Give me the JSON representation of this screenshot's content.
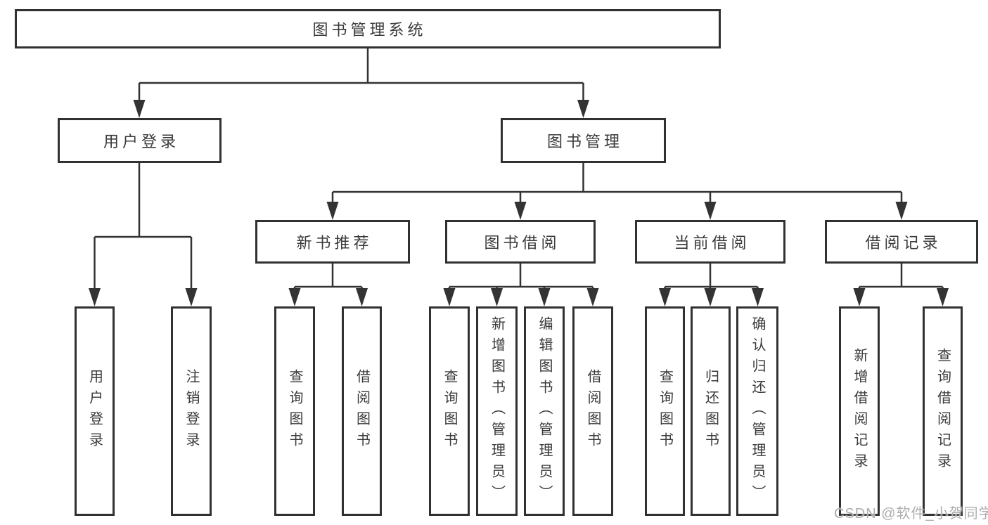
{
  "diagram_type": "hierarchy-tree",
  "colors": {
    "background": "#ffffff",
    "box_border": "#313131",
    "connector_line": "#333333",
    "text": "#3a3a3a",
    "watermark_text": "#adadad"
  },
  "tree": {
    "root": {
      "label": "图书管理系统",
      "children": [
        {
          "label": "用户登录",
          "children": [
            {
              "label": "用户登录"
            },
            {
              "label": "注销登录"
            }
          ]
        },
        {
          "label": "图书管理",
          "children": [
            {
              "label": "新书推荐",
              "children": [
                {
                  "label": "查询图书"
                },
                {
                  "label": "借阅图书"
                }
              ]
            },
            {
              "label": "图书借阅",
              "children": [
                {
                  "label": "查询图书"
                },
                {
                  "label": "新增图书（管理员）"
                },
                {
                  "label": "编辑图书（管理员）"
                },
                {
                  "label": "借阅图书"
                }
              ]
            },
            {
              "label": "当前借阅",
              "children": [
                {
                  "label": "查询图书"
                },
                {
                  "label": "归还图书"
                },
                {
                  "label": "确认归还（管理员）"
                }
              ]
            },
            {
              "label": "借阅记录",
              "children": [
                {
                  "label": "新增借阅记录"
                },
                {
                  "label": "查询借阅记录"
                }
              ]
            }
          ]
        }
      ]
    }
  },
  "watermark": {
    "text": "CSDN @软件_小贺同学"
  }
}
